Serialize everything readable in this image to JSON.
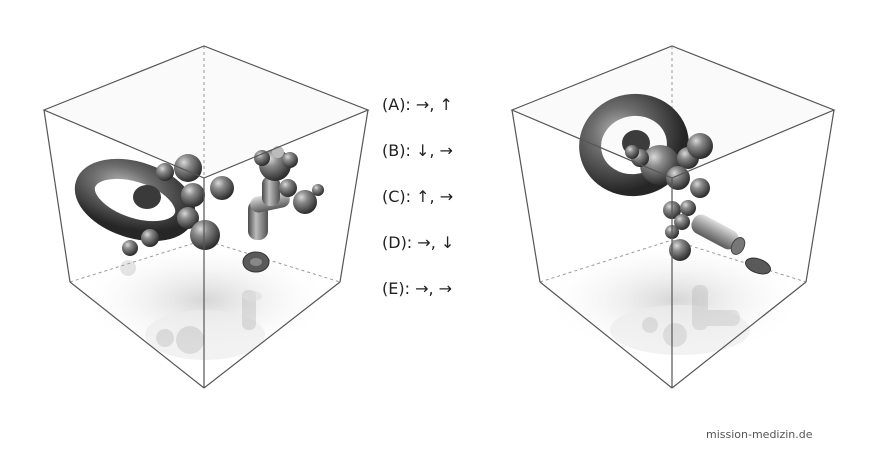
{
  "options": [
    {
      "label": "(A): →, ↑"
    },
    {
      "label": "(B): ↓, →"
    },
    {
      "label": "(C): ↑, →"
    },
    {
      "label": "(D): →, ↓"
    },
    {
      "label": "(E): →, →"
    }
  ],
  "watermark": "mission-medizin.de",
  "colors": {
    "edge": "#555555",
    "object": "#666666",
    "glass": "#f2f2f2"
  }
}
